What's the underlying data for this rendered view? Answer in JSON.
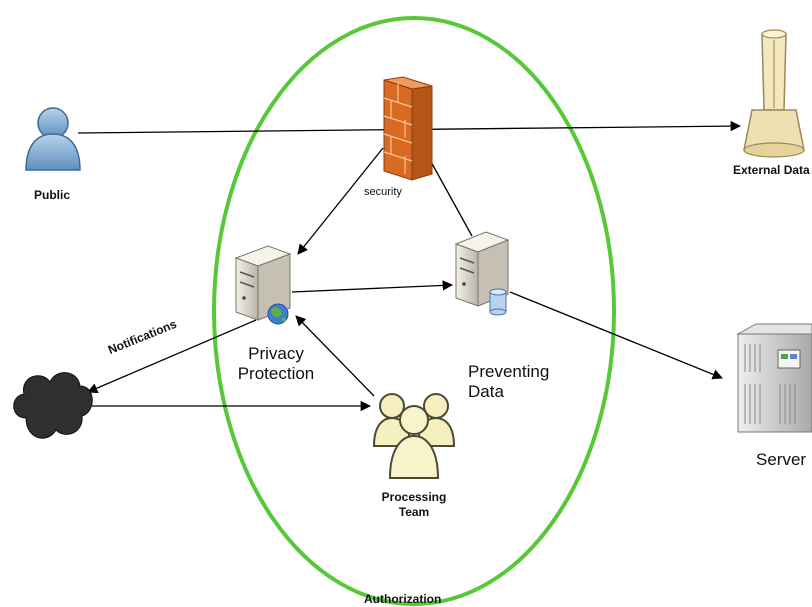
{
  "labels": {
    "public": "Public",
    "security": "security",
    "external_data": "External Data",
    "notifications": "Notifications",
    "privacy_line1": "Privacy",
    "privacy_line2": "Protection",
    "preventing_line1": "Preventing",
    "preventing_line2": "Data",
    "server": "Server",
    "processing_line1": "Processing",
    "processing_line2": "Team",
    "authorization": "Authorization"
  },
  "colors": {
    "boundary_ellipse": "#57c837",
    "arrow": "#000000",
    "user_icon": "#8fb8dc",
    "firewall_brick": "#e8833a",
    "external_data_icon": "#f2e6c0",
    "server_icon": "#d9d9d9",
    "cloud_icon": "#2d2d2d",
    "team_icon": "#f6efc0"
  },
  "icons": [
    "user-icon",
    "firewall-icon",
    "external-data-icon",
    "privacy-server-icon",
    "data-server-icon",
    "cloud-icon",
    "team-icon",
    "server-rack-icon"
  ]
}
